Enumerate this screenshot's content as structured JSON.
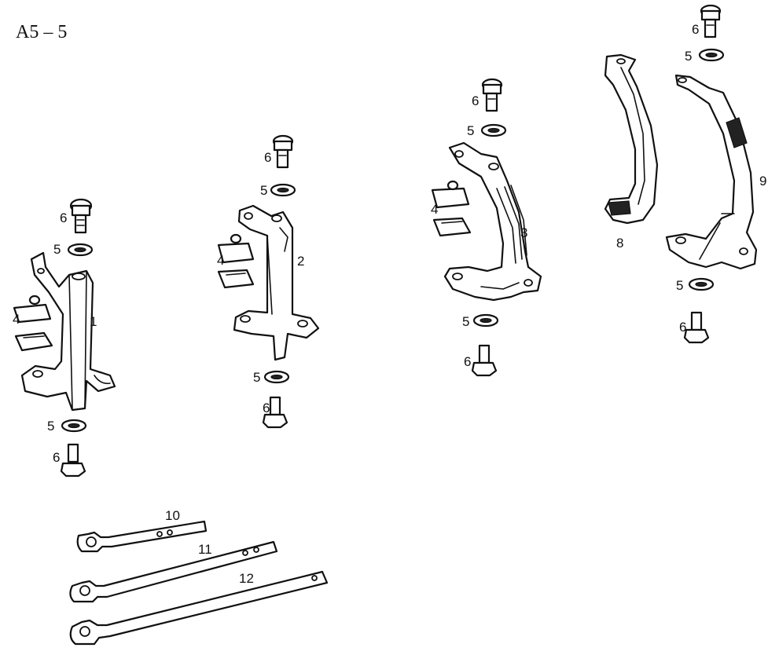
{
  "diagram": {
    "title": "A5 – 5",
    "labels": {
      "fork1": "1",
      "fork2": "2",
      "fork3": "3",
      "fork8": "8",
      "fork9": "9",
      "shoe4a": "4",
      "shoe4b": "4",
      "shoe4c": "4",
      "washer5": "5",
      "bolt6": "6",
      "bar10": "10",
      "bar11": "11",
      "bar12": "12"
    }
  }
}
